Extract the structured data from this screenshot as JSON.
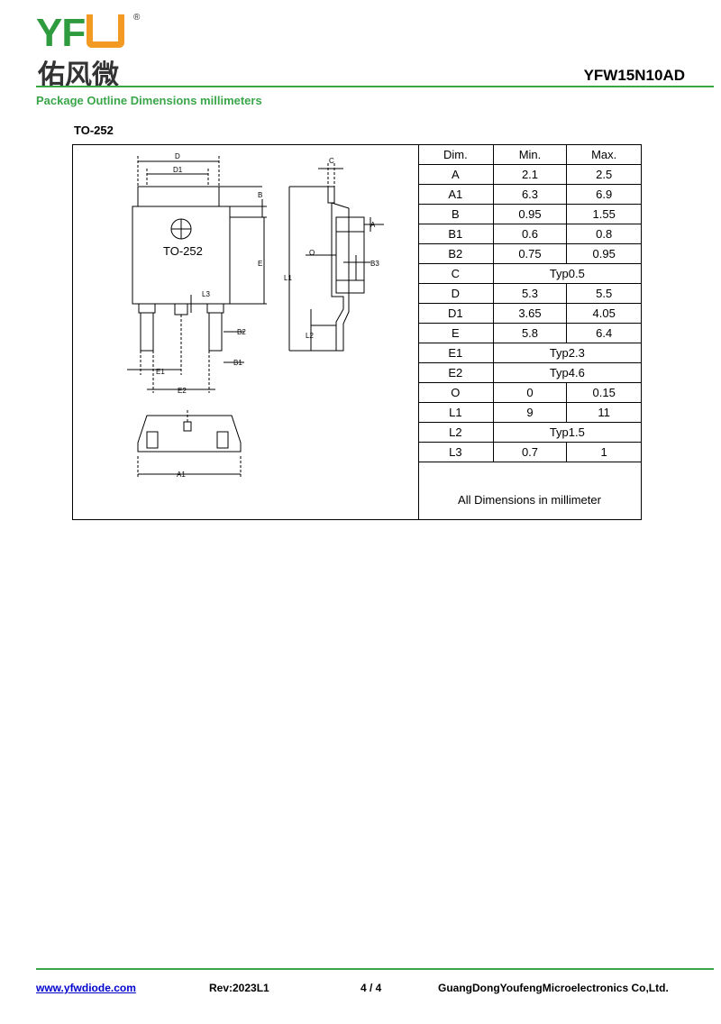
{
  "header": {
    "logo_letters_left": "YF",
    "logo_registered": "®",
    "logo_chinese": "佑风微",
    "part_number": "YFW15N10AD"
  },
  "section_title": "Package Outline Dimensions millimeters",
  "package_label": "TO-252",
  "drawing": {
    "body_marking": "TO-252",
    "labels": [
      "D",
      "D1",
      "B",
      "E",
      "L3",
      "B2",
      "B1",
      "E1",
      "E2",
      "A1",
      "C",
      "A",
      "O",
      "B3",
      "L1",
      "L2"
    ]
  },
  "dimension_table": {
    "headers": [
      "Dim.",
      "Min.",
      "Max."
    ],
    "rows": [
      {
        "dim": "A",
        "min": "2.1",
        "max": "2.5"
      },
      {
        "dim": "A1",
        "min": "6.3",
        "max": "6.9"
      },
      {
        "dim": "B",
        "min": "0.95",
        "max": "1.55"
      },
      {
        "dim": "B1",
        "min": "0.6",
        "max": "0.8"
      },
      {
        "dim": "B2",
        "min": "0.75",
        "max": "0.95"
      },
      {
        "dim": "C",
        "typ": "Typ0.5"
      },
      {
        "dim": "D",
        "min": "5.3",
        "max": "5.5"
      },
      {
        "dim": "D1",
        "min": "3.65",
        "max": "4.05"
      },
      {
        "dim": "E",
        "min": "5.8",
        "max": "6.4"
      },
      {
        "dim": "E1",
        "typ": "Typ2.3"
      },
      {
        "dim": "E2",
        "typ": "Typ4.6"
      },
      {
        "dim": "O",
        "min": "0",
        "max": "0.15"
      },
      {
        "dim": "L1",
        "min": "9",
        "max": "11"
      },
      {
        "dim": "L2",
        "typ": "Typ1.5"
      },
      {
        "dim": "L3",
        "min": "0.7",
        "max": "1"
      }
    ],
    "note": "All Dimensions in millimeter"
  },
  "footer": {
    "url": "www.yfwdiode.com",
    "revision": "Rev:2023L1",
    "page": "4 / 4",
    "company": "GuangDongYoufengMicroelectronics Co,Ltd."
  }
}
